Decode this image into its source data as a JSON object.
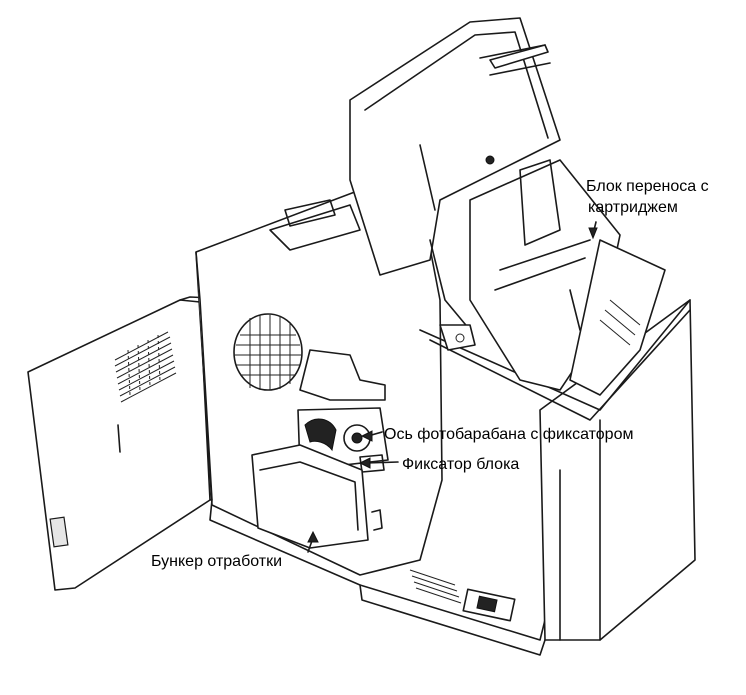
{
  "labels": {
    "transfer_unit": [
      "Блок переноса с",
      "картриджем"
    ],
    "drum_axis": "Ось фотобарабана с фиксатором",
    "unit_lock": "Фиксатор блока",
    "waste_bin": "Бункер отработки"
  },
  "colors": {
    "line": "#1a1a1a",
    "background": "#ffffff"
  }
}
